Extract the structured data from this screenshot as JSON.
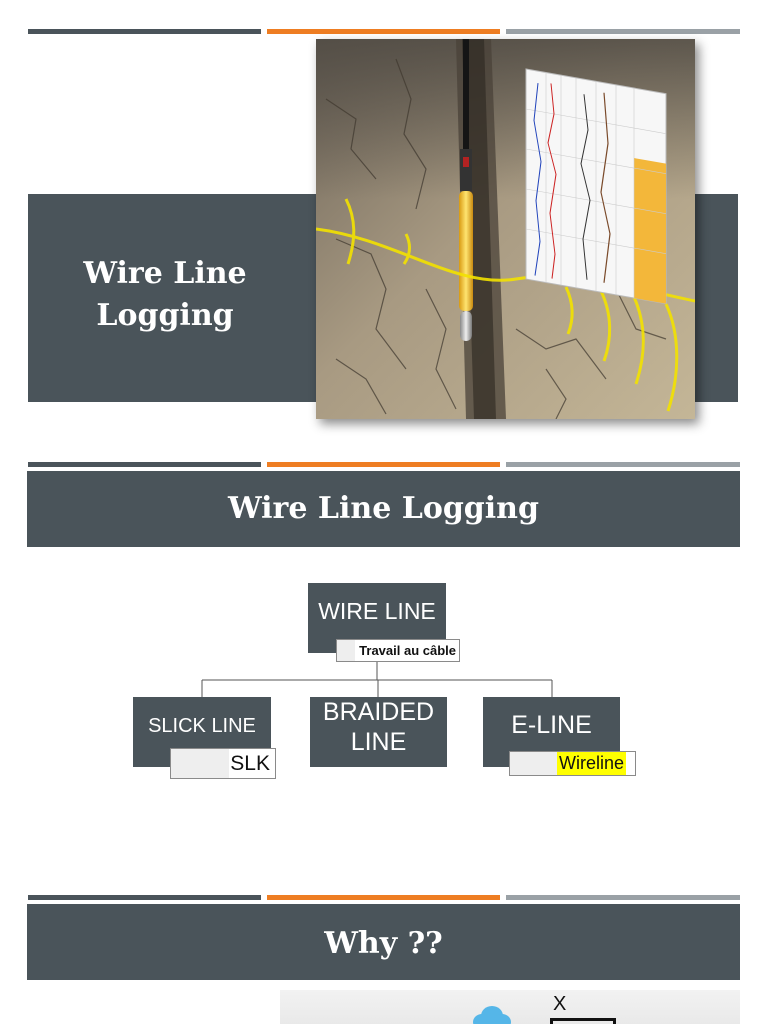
{
  "theme": {
    "panel_color": "#4a545a",
    "rule_colors": [
      "#4a545a",
      "#ee7d22",
      "#9aa1a6"
    ],
    "highlight_color": "#ffff00"
  },
  "slide1": {
    "title": "Wire Line Logging",
    "image": "wireline-logging-tool-in-borehole-illustration"
  },
  "slide2": {
    "title": "Wire Line Logging",
    "diagram": {
      "root": {
        "label": "WIRE LINE",
        "translation": "Travail au câble"
      },
      "children": [
        {
          "label": "SLICK LINE",
          "tag": "SLK"
        },
        {
          "label": "BRAIDED LINE",
          "tag": ""
        },
        {
          "label": "E-LINE",
          "tag": "Wireline"
        }
      ]
    }
  },
  "slide3": {
    "title": "Why ??",
    "image": "cloud-icon-illustration",
    "image_label": "X"
  }
}
